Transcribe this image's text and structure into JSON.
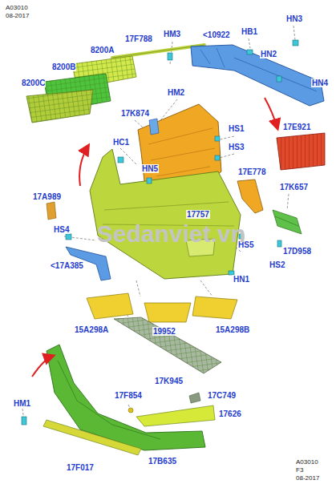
{
  "diagram": {
    "labels": [
      "A03010",
      "08-2017",
      "17F788",
      "HM3",
      "<10922",
      "HB1",
      "HN3",
      "8200A",
      "8200B",
      "HN2",
      "HN4",
      "8200C",
      "HM2",
      "17K874",
      "HS1",
      "17E921",
      "HC1",
      "HS3",
      "HN5",
      "17E778",
      "17K657",
      "17A989",
      "17757",
      "HS5",
      "17D958",
      "HS4",
      "HS2",
      "HN1",
      "<17A385",
      "15A298A",
      "19952",
      "15A298B",
      "17K945",
      "17F854",
      "17C749",
      "HM1",
      "17626",
      "17B635",
      "17F017",
      "A03010",
      "F3",
      "08-2017",
      "Sedanviet.vn"
    ]
  }
}
